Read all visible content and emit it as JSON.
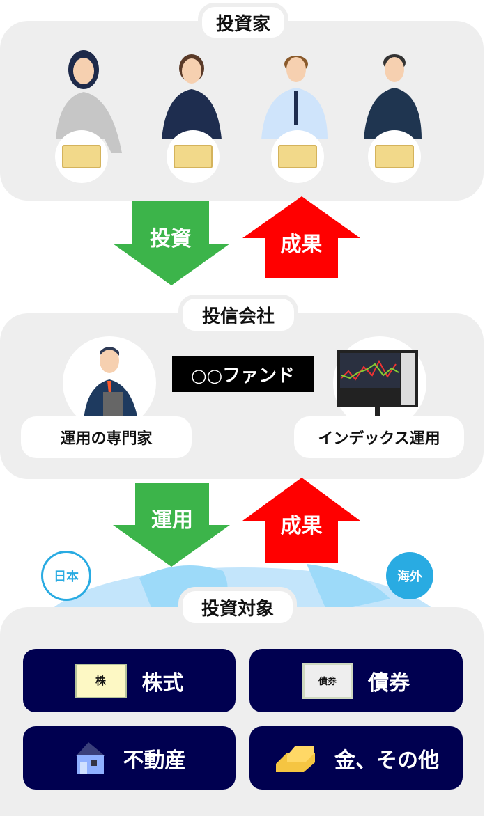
{
  "investors": {
    "title": "投資家",
    "count": 4
  },
  "arrow1": {
    "down": "投資",
    "up": "成果"
  },
  "company": {
    "title": "投信会社",
    "fund": "○○ファンド",
    "expert": "運用の専門家",
    "index": "インデックス運用"
  },
  "arrow2": {
    "down": "運用",
    "up": "成果"
  },
  "regions": {
    "japan": "日本",
    "overseas": "海外"
  },
  "targets": {
    "title": "投資対象",
    "items": [
      {
        "label": "株式",
        "icon_text": "株"
      },
      {
        "label": "債券",
        "icon_text": "債券"
      },
      {
        "label": "不動産"
      },
      {
        "label": "金、その他"
      }
    ]
  },
  "colors": {
    "green": "#3cb44a",
    "red": "#ff0000",
    "navy": "#000050",
    "panel": "#eeeeee",
    "blue": "#29abe2"
  }
}
